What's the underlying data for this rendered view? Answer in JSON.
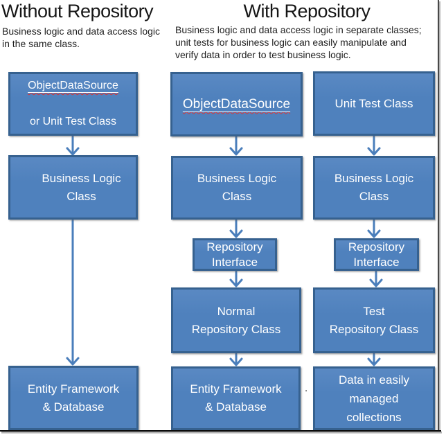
{
  "left_section": {
    "title": "Without Repository",
    "description": "Business logic and data access logic\nin the same class.",
    "boxes": {
      "source_line1": "ObjectDataSource",
      "source_line2": "or Unit Test Class",
      "business": "Business Logic\nClass",
      "database": "Entity Framework\n& Database"
    }
  },
  "right_section": {
    "title": "With Repository",
    "description": "Business logic and data access logic in separate classes;\nunit tests for business logic can easily manipulate and\nverify data in order to test business logic.",
    "middle_column": {
      "source": "ObjectDataSource",
      "business": "Business Logic\nClass",
      "interface": "Repository\nInterface",
      "repository": "Normal\nRepository Class",
      "database": "Entity Framework\n& Database"
    },
    "test_column": {
      "source": "Unit Test Class",
      "business": "Business Logic\nClass",
      "interface": "Repository\nInterface",
      "repository": "Test\nRepository Class",
      "data": "Data in easily\nmanaged\ncollections"
    }
  },
  "stray_dot": ".",
  "colors": {
    "box_fill": "#4f81bd",
    "box_border": "#36618f",
    "arrow": "#4a7ebb",
    "spellcheck_underline": "#e03030",
    "title_text": "#161616",
    "box_text": "#ffffff"
  }
}
